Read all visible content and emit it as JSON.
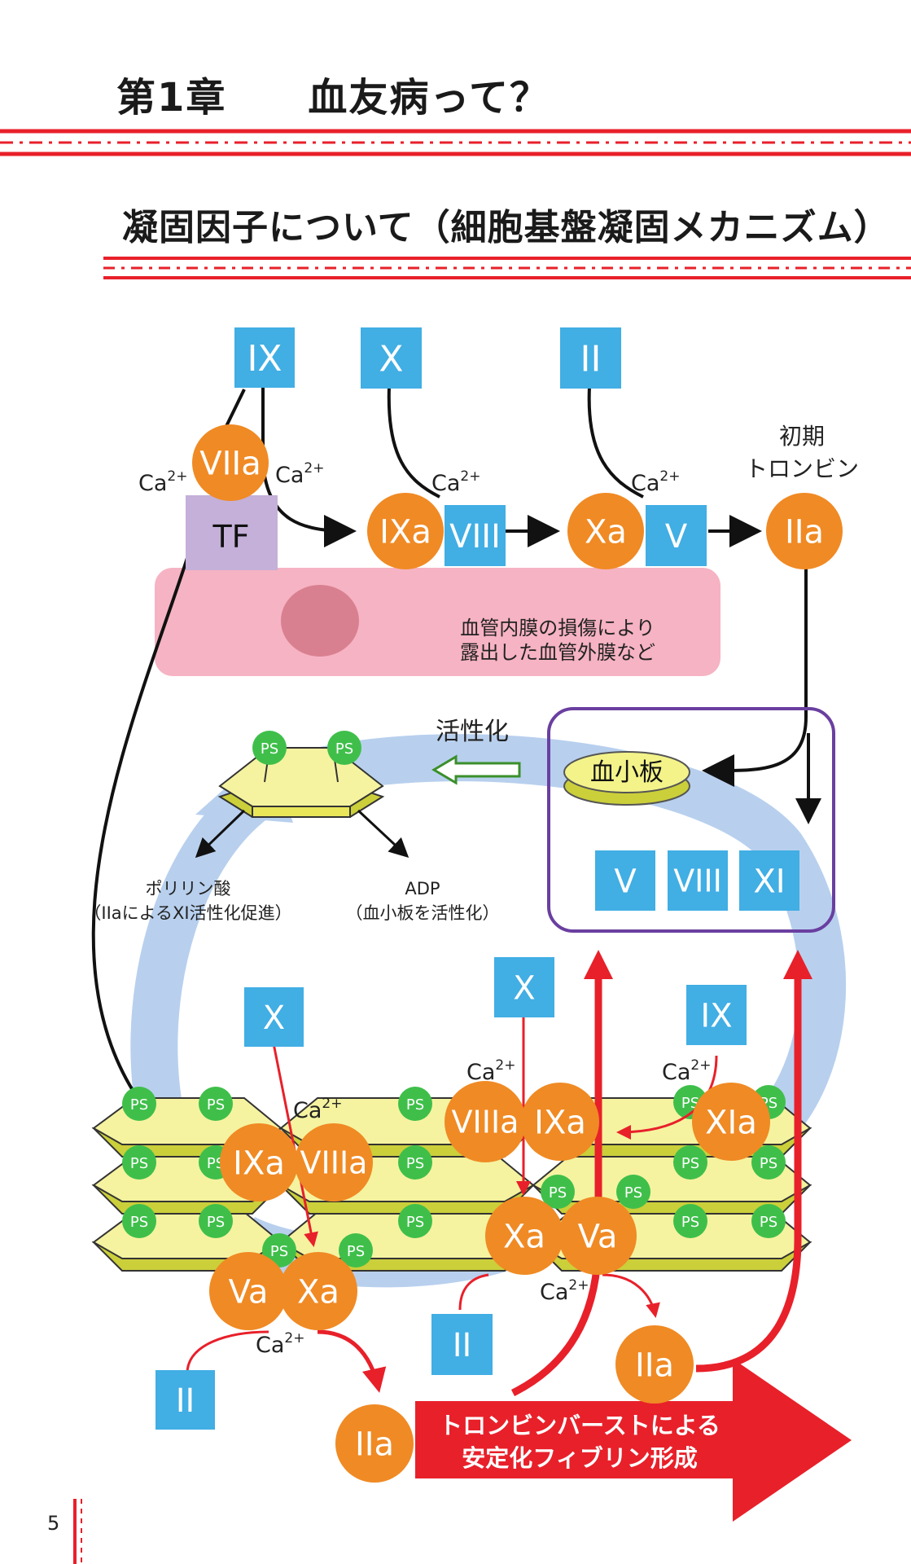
{
  "page": {
    "chapter_title": "第1章　　血友病って？",
    "section_title": "凝固因子について（細胞基盤凝固メカニズム）",
    "page_number": "5"
  },
  "colors": {
    "red": "#e8202a",
    "blue": "#41aee4",
    "orange": "#f08a24",
    "green": "#3fbf4a",
    "purple": "#6a3fa0",
    "tf": "#c4b0d8",
    "pink": "#f6b3c3",
    "yellow": "#f9f7a6",
    "cycle": "#b8d0ee"
  },
  "diagram": {
    "factors": {
      "ix_top": "IX",
      "x_top": "X",
      "ii_top": "II",
      "viia": "VIIa",
      "tf": "TF",
      "ixa_top": "IXa",
      "viii_top": "VIII",
      "xa_top": "Xa",
      "v_top": "V",
      "iia_top": "IIa",
      "x_mid": "X",
      "x_right": "X",
      "ix_right": "IX",
      "ixa_bottom": "IXa",
      "viiia_bottom": "VIIIa",
      "viiia_right": "VIIIa",
      "ixa_right": "IXa",
      "xia": "XIa",
      "xa_right": "Xa",
      "va_right": "Va",
      "va_left": "Va",
      "xa_left": "Xa",
      "ii_left": "II",
      "ii_right": "II",
      "iia_left": "IIa",
      "iia_right": "IIa",
      "plt_v": "V",
      "plt_viii": "VIII",
      "plt_xi": "XI"
    },
    "ca": "Ca",
    "ca_sup": "2+",
    "ps": "PS",
    "early_thrombin_line1": "初期",
    "early_thrombin_line2": "トロンビン",
    "injury_line1": "血管内膜の損傷により",
    "injury_line2": "露出した血管外膜など",
    "activation": "活性化",
    "platelet": "血小板",
    "polyp_line1": "ポリリン酸",
    "polyp_line2": "（IIaによるXI活性化促進）",
    "adp_line1": "ADP",
    "adp_line2": "（血小板を活性化）",
    "burst_line1": "トロンビンバーストによる",
    "burst_line2": "安定化フィブリン形成"
  }
}
